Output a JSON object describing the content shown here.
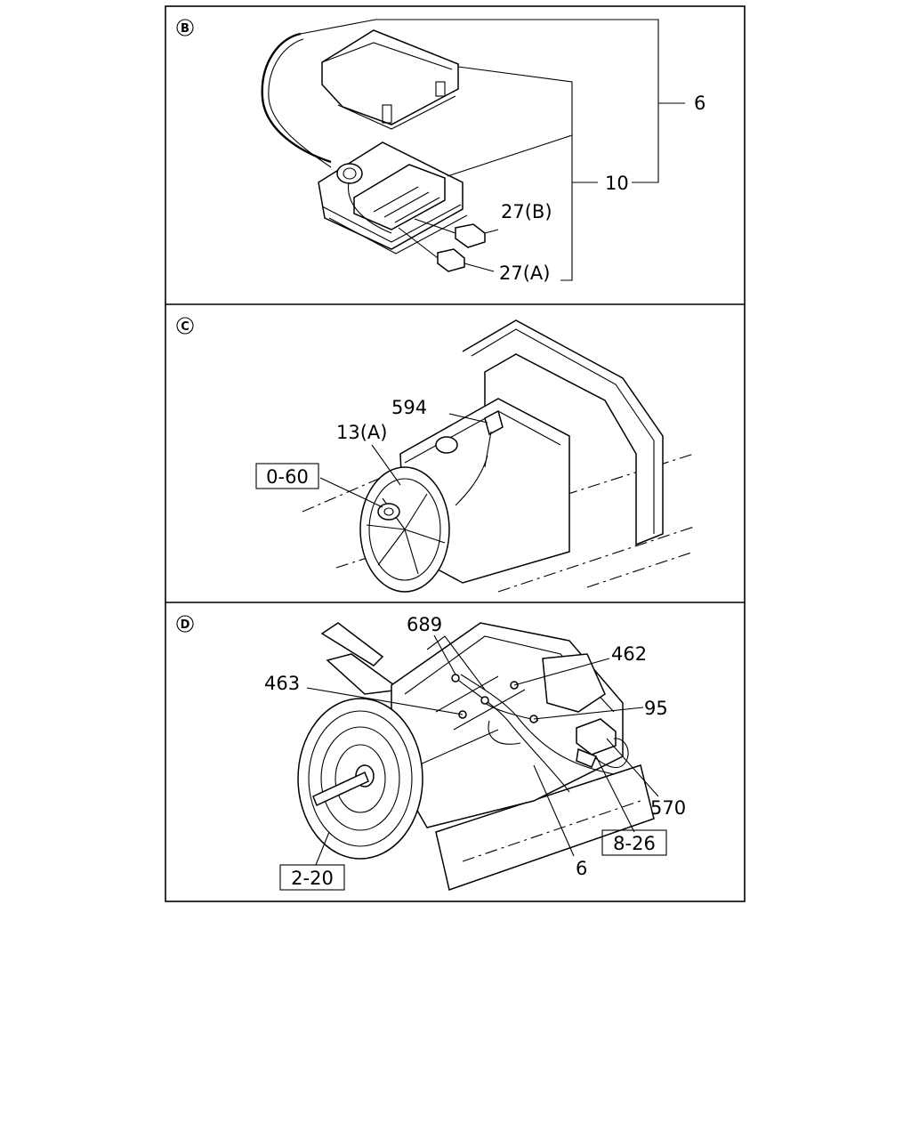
{
  "panels": [
    {
      "id": "B",
      "letter": "B"
    },
    {
      "id": "C",
      "letter": "C"
    },
    {
      "id": "D",
      "letter": "D"
    }
  ],
  "panel_b": {
    "callouts": {
      "c6": "6",
      "c10": "10",
      "c27b": "27(B)",
      "c27a": "27(A)"
    }
  },
  "panel_c": {
    "callouts": {
      "c594": "594",
      "c13a": "13(A)",
      "ref060": "0-60"
    }
  },
  "panel_d": {
    "callouts": {
      "c689": "689",
      "c462": "462",
      "c463": "463",
      "c95": "95",
      "c570": "570",
      "ref826": "8-26",
      "c6": "6",
      "ref220": "2-20"
    }
  }
}
